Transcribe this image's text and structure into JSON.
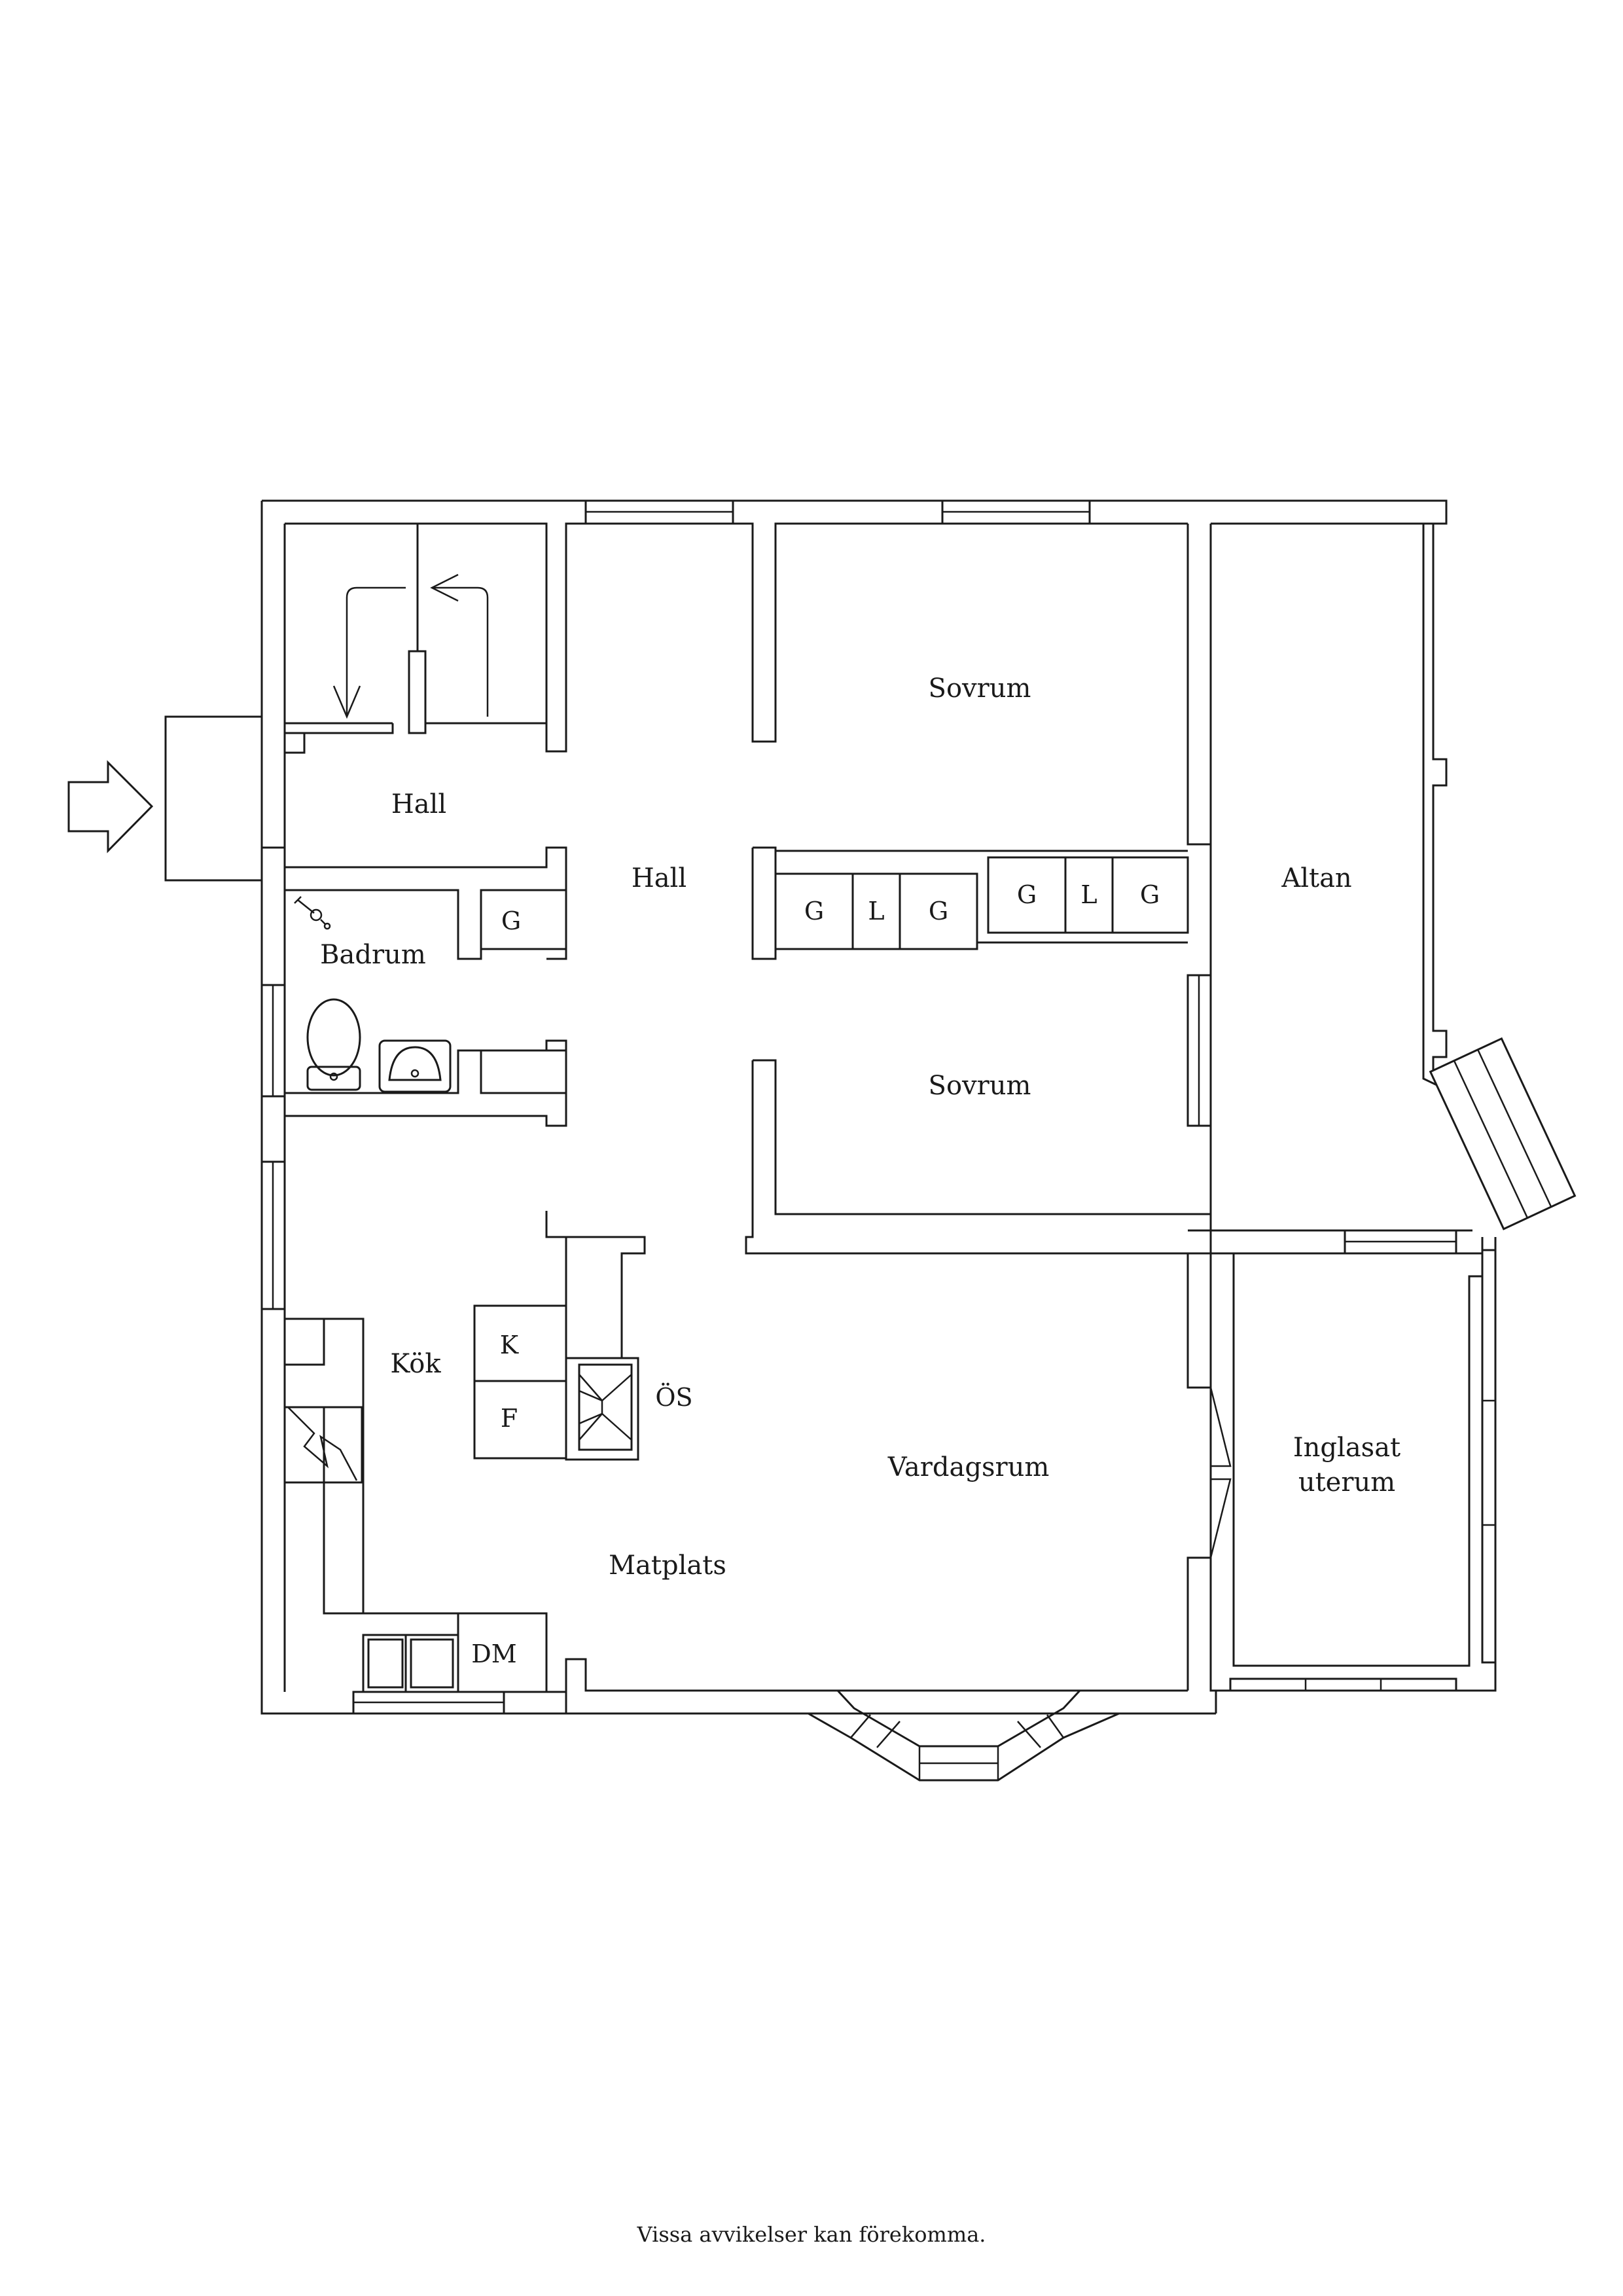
{
  "rooms": {
    "hall_entry": "Hall",
    "hall_main": "Hall",
    "sovrum_top": "Sovrum",
    "sovrum_bottom": "Sovrum",
    "altan": "Altan",
    "badrum": "Badrum",
    "kok": "Kök",
    "matplats": "Matplats",
    "vardagsrum": "Vardagsrum",
    "uterum_line1": "Inglasat",
    "uterum_line2": "uterum"
  },
  "fixtures": {
    "wardrobe_1": "G",
    "wardrobe_2": "L",
    "wardrobe_3": "G",
    "wardrobe_4": "G",
    "wardrobe_5": "L",
    "wardrobe_6": "G",
    "badrum_wardrobe": "G",
    "kyl": "K",
    "frys": "F",
    "oppen_spis": "ÖS",
    "diskmaskin": "DM"
  },
  "footer": "Vissa avvikelser kan förekomma."
}
